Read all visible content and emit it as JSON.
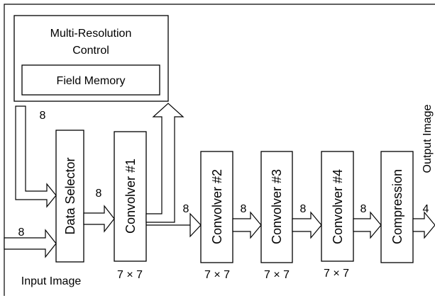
{
  "blocks": {
    "control_line1": "Multi-Resolution",
    "control_line2": "Control",
    "field_memory": "Field Memory",
    "data_selector": "Data Selector",
    "convolver1": "Convolver #1",
    "convolver2": "Convolver #2",
    "convolver3": "Convolver #3",
    "convolver4": "Convolver #4",
    "compression": "Compression"
  },
  "kernel_size": {
    "conv1": "7 × 7",
    "conv2": "7 × 7",
    "conv3": "7 × 7",
    "conv4": "7 × 7"
  },
  "bus_widths": {
    "control_to_selector": "8",
    "input": "8",
    "selector_to_conv1": "8",
    "conv1_to_conv2": "8",
    "conv2_to_conv3": "8",
    "conv3_to_conv4": "8",
    "conv4_to_compression": "8",
    "output": "4"
  },
  "io": {
    "input_label": "Input Image",
    "output_label": "Output Image"
  }
}
